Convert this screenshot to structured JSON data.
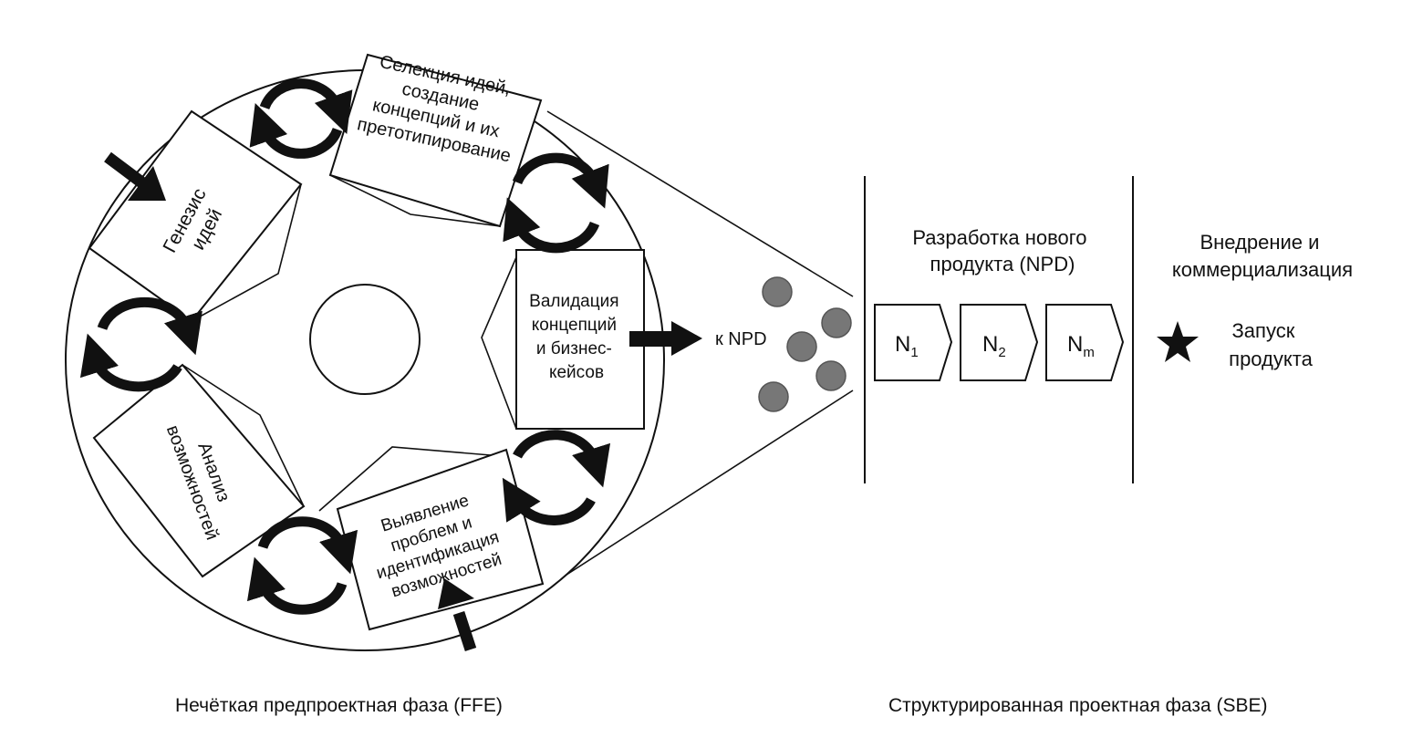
{
  "ffe": {
    "stages": {
      "genesis": [
        "Генезис",
        "идей"
      ],
      "selection": [
        "Селекция идей,",
        "создание",
        "концепций и их",
        "претотипирование"
      ],
      "validation": [
        "Валидация",
        "концепций",
        "и бизнес-",
        "кейсов"
      ],
      "problems": [
        "Выявление",
        "проблем и",
        "идентификация",
        "возможностей"
      ],
      "analysis": [
        "Анализ",
        "возможностей"
      ]
    },
    "output_label": "к NPD",
    "phase_caption": "Нечёткая предпроектная фаза (FFE)"
  },
  "sbe": {
    "npd_title": [
      "Разработка нового",
      "продукта (NPD)"
    ],
    "steps": [
      {
        "base": "N",
        "sub": "1"
      },
      {
        "base": "N",
        "sub": "2"
      },
      {
        "base": "N",
        "sub": "m"
      }
    ],
    "launch_title": [
      "Внедрение и",
      "коммерциализация"
    ],
    "launch_label": [
      "Запуск",
      "продукта"
    ],
    "phase_caption": "Структурированная проектная фаза (SBE)"
  }
}
